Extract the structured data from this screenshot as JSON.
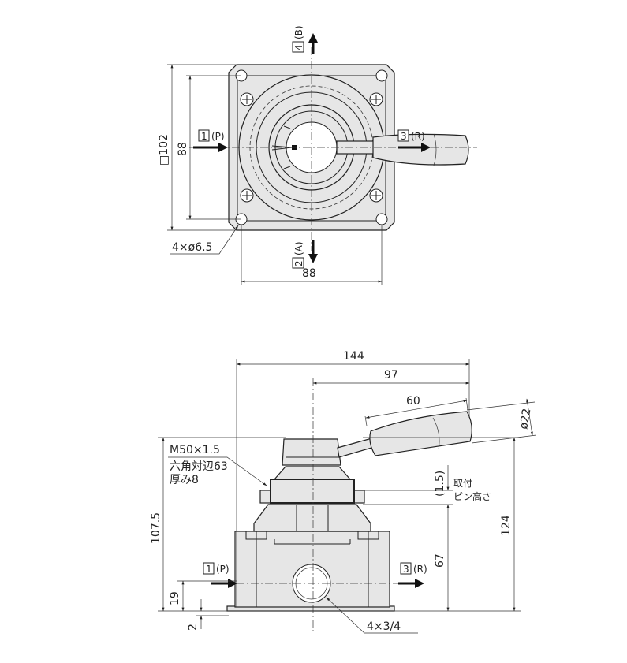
{
  "top_view": {
    "port_4": {
      "number": "4",
      "label": "(B)"
    },
    "port_1": {
      "number": "1",
      "label": "(P)"
    },
    "port_3": {
      "number": "3",
      "label": "(R)"
    },
    "port_2": {
      "number": "2",
      "label": "(A)"
    },
    "dim_square": "□102",
    "dim_pitch_vertical": "88",
    "dim_pitch_horizontal": "88",
    "dim_holes": "4×ø6.5"
  },
  "side_view": {
    "dim_total_length": "144",
    "dim_handle_reach": "97",
    "dim_grip_length": "60",
    "dim_grip_dia": "ø22",
    "dim_height_mount": "107.5",
    "dim_height_total": "124",
    "dim_height_pin": "67",
    "dim_pin_height": "(1.5)",
    "pin_note_line1": "取付",
    "pin_note_line2": "ピン高さ",
    "nut_note_line1": "M50×1.5",
    "nut_note_line2": "六角対辺63",
    "nut_note_line3": "厚み8",
    "dim_port_height": "19",
    "dim_base": "2",
    "port_1": {
      "number": "1",
      "label": "(P)"
    },
    "port_3": {
      "number": "3",
      "label": "(R)"
    },
    "dim_ports": "4×3/4"
  }
}
